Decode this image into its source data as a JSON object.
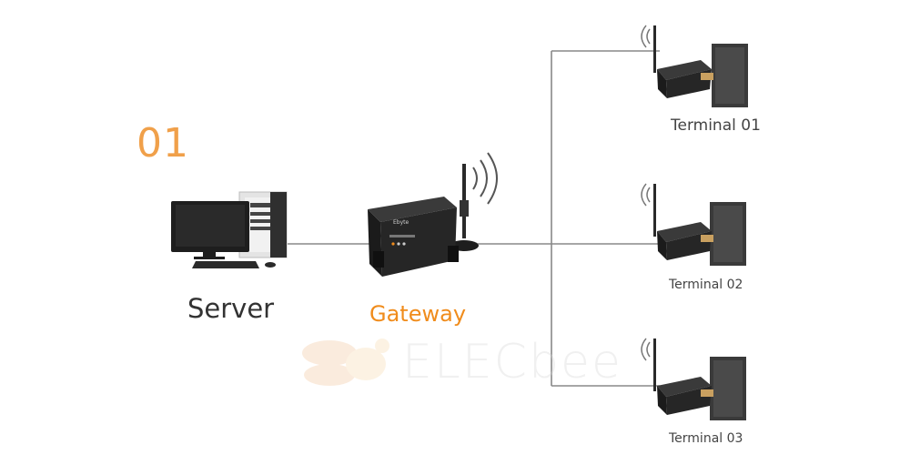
{
  "step_number": "01",
  "server": {
    "label": "Server"
  },
  "gateway": {
    "label": "Gateway",
    "brand_text": "Ebyte"
  },
  "terminals": [
    {
      "label": "Terminal 01"
    },
    {
      "label": "Terminal 02"
    },
    {
      "label": "Terminal 03"
    }
  ],
  "watermark": {
    "text": "ELECbee"
  },
  "colors": {
    "accent": "#f08c1c",
    "line": "#888888",
    "device": "#2b2b2b"
  }
}
